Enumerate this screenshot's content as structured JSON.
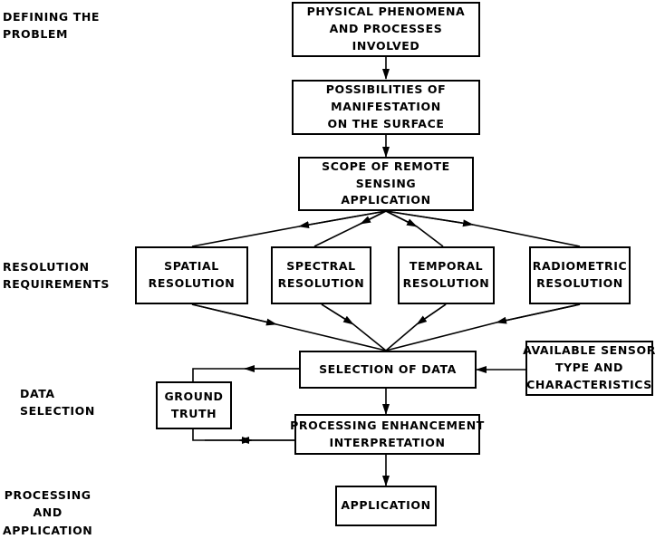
{
  "side_labels": {
    "defining": [
      "DEFINING THE",
      "PROBLEM"
    ],
    "resolution": [
      "RESOLUTION",
      "REQUIREMENTS"
    ],
    "data_selection": [
      "DATA",
      "SELECTION"
    ],
    "processing": [
      "PROCESSING",
      "AND",
      "APPLICATION"
    ]
  },
  "boxes": {
    "phenomena": [
      "PHYSICAL PHENOMENA",
      "AND PROCESSES",
      "INVOLVED"
    ],
    "manifestation": [
      "POSSIBILITIES OF",
      "MANIFESTATION",
      "ON THE SURFACE"
    ],
    "scope": [
      "SCOPE OF REMOTE",
      "SENSING",
      "APPLICATION"
    ],
    "spatial": [
      "SPATIAL",
      "RESOLUTION"
    ],
    "spectral": [
      "SPECTRAL",
      "RESOLUTION"
    ],
    "temporal": [
      "TEMPORAL",
      "RESOLUTION"
    ],
    "radiometric": [
      "RADIOMETRIC",
      "RESOLUTION"
    ],
    "selection": [
      "SELECTION OF DATA"
    ],
    "sensor": [
      "AVAILABLE SENSOR",
      "TYPE AND",
      "CHARACTERISTICS"
    ],
    "ground_truth": [
      "GROUND",
      "TRUTH"
    ],
    "processing": [
      "PROCESSING ENHANCEMENT",
      "INTERPRETATION"
    ],
    "application": [
      "APPLICATION"
    ]
  }
}
